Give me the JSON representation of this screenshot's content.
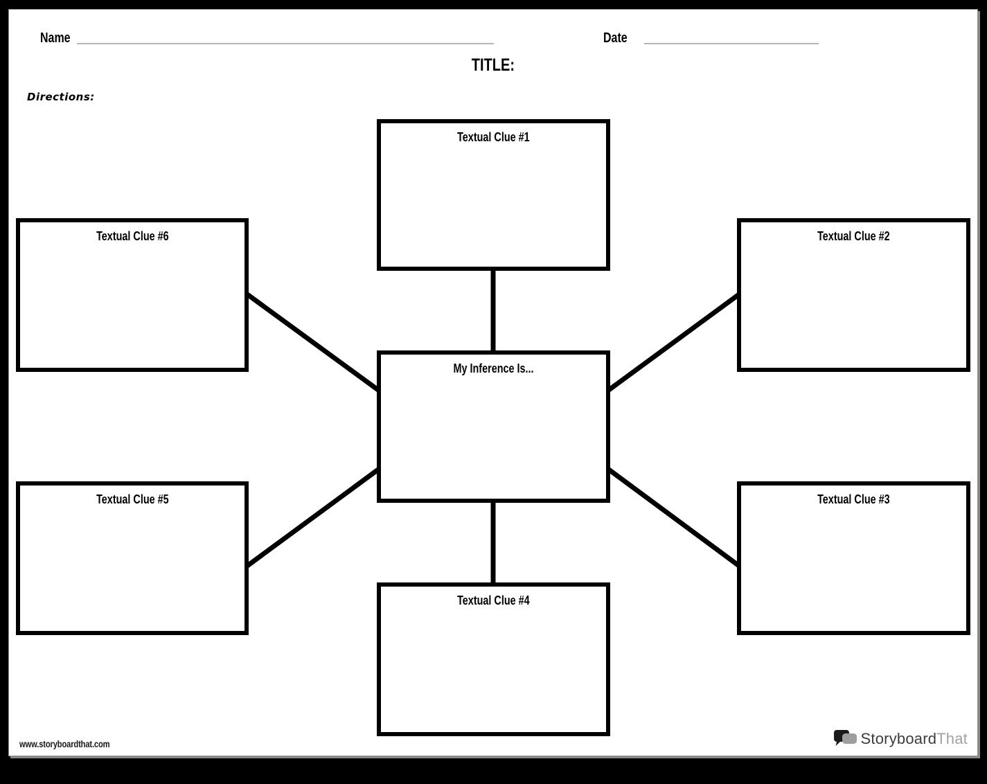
{
  "header": {
    "name_label": "Name",
    "date_label": "Date",
    "title_label": "TITLE:",
    "directions_label": "Directions:"
  },
  "diagram": {
    "center": {
      "label": "My Inference Is..."
    },
    "clues": [
      {
        "label": "Textual Clue #1",
        "position": "top-center"
      },
      {
        "label": "Textual Clue #2",
        "position": "top-right"
      },
      {
        "label": "Textual Clue #3",
        "position": "bottom-right"
      },
      {
        "label": "Textual Clue #4",
        "position": "bottom-center"
      },
      {
        "label": "Textual Clue #5",
        "position": "bottom-left"
      },
      {
        "label": "Textual Clue #6",
        "position": "top-left"
      }
    ]
  },
  "footer": {
    "website": "www.storyboardthat.com",
    "logo_text_primary": "Storyboard",
    "logo_text_secondary": "That"
  },
  "colors": {
    "box_border": "#000000",
    "connector": "#000000",
    "write_line": "#b5b5b5",
    "page_bg": "#ffffff",
    "frame_bg": "#000000",
    "logo_gray": "#a2a2a2"
  }
}
